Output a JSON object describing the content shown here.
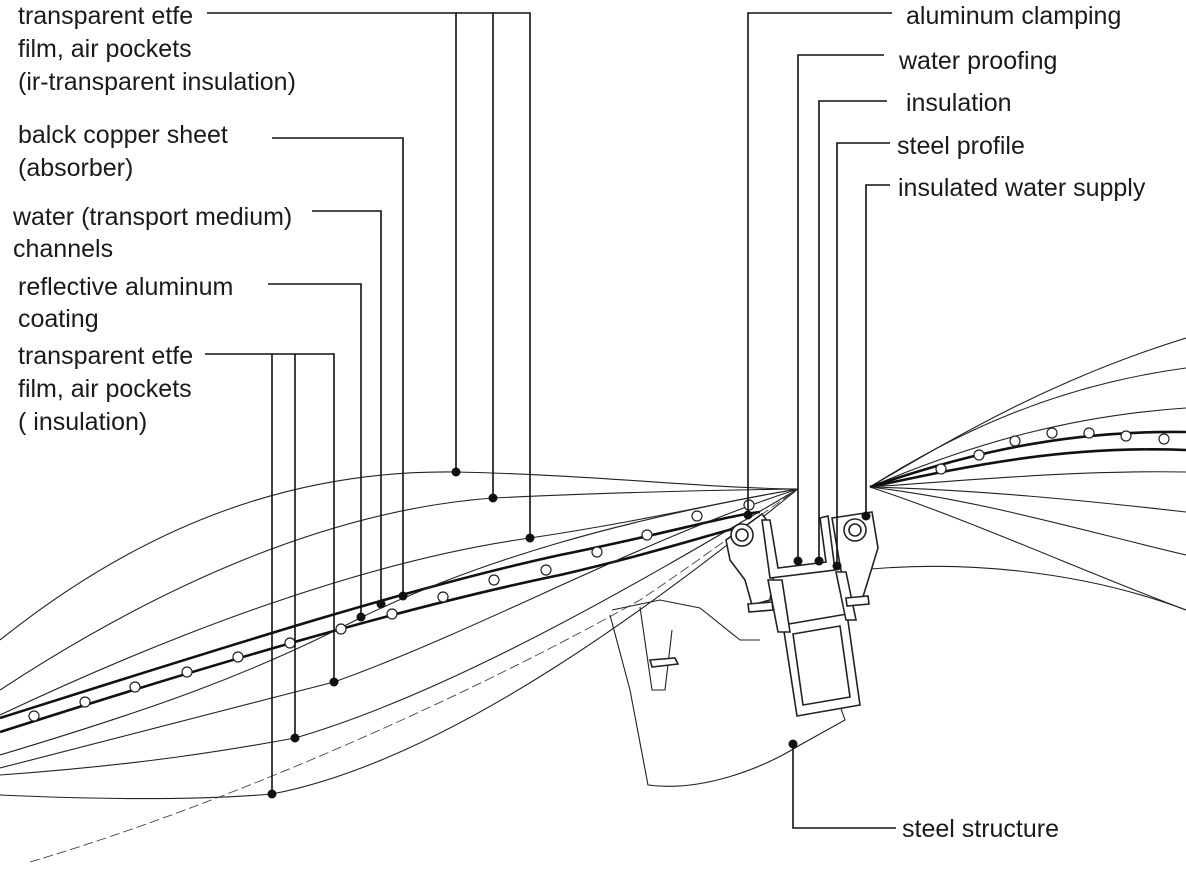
{
  "left_labels": [
    {
      "key": "outer_etfe",
      "lines": [
        "transparent etfe",
        "film, air pockets",
        "(ir-transparent insulation)"
      ]
    },
    {
      "key": "copper",
      "lines": [
        "balck copper sheet",
        "(absorber)"
      ]
    },
    {
      "key": "water",
      "lines": [
        "water (transport medium)",
        "channels"
      ]
    },
    {
      "key": "reflective",
      "lines": [
        "reflective aluminum",
        "coating"
      ]
    },
    {
      "key": "inner_etfe",
      "lines": [
        "transparent etfe",
        "film, air pockets",
        "( insulation)"
      ]
    }
  ],
  "right_labels": [
    {
      "key": "clamping",
      "text": "aluminum clamping"
    },
    {
      "key": "waterproofing",
      "text": "water proofing"
    },
    {
      "key": "insulation",
      "text": " insulation"
    },
    {
      "key": "steel_profile",
      "text": "steel profile"
    },
    {
      "key": "water_supply",
      "text": "insulated water supply"
    }
  ],
  "bottom_label": {
    "key": "steel_structure",
    "text": "steel structure"
  }
}
